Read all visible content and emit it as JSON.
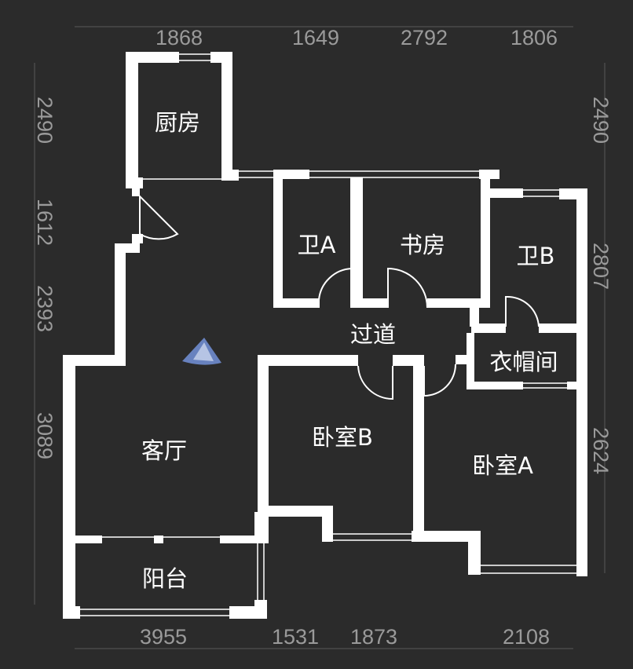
{
  "dimensions": {
    "top": [
      "1868",
      "1649",
      "2792",
      "1806"
    ],
    "bottom": [
      "3955",
      "1531",
      "1873",
      "2108"
    ],
    "left": [
      "2490",
      "1612",
      "2393",
      "3089"
    ],
    "right": [
      "2490",
      "2807",
      "2624"
    ]
  },
  "rooms": {
    "kitchen": "厨房",
    "bath_a": "卫A",
    "study": "书房",
    "bath_b": "卫B",
    "corridor": "过道",
    "cloakroom": "衣帽间",
    "living": "客厅",
    "bedroom_b": "卧室B",
    "bedroom_a": "卧室A",
    "balcony": "阳台"
  },
  "colors": {
    "background": "#2b2b2b",
    "walls": "#ffffff",
    "dimension_text": "#9a9a9a",
    "compass": "#6f8ccf"
  },
  "icons": {
    "viewpoint": "compass-viewpoint-icon"
  }
}
